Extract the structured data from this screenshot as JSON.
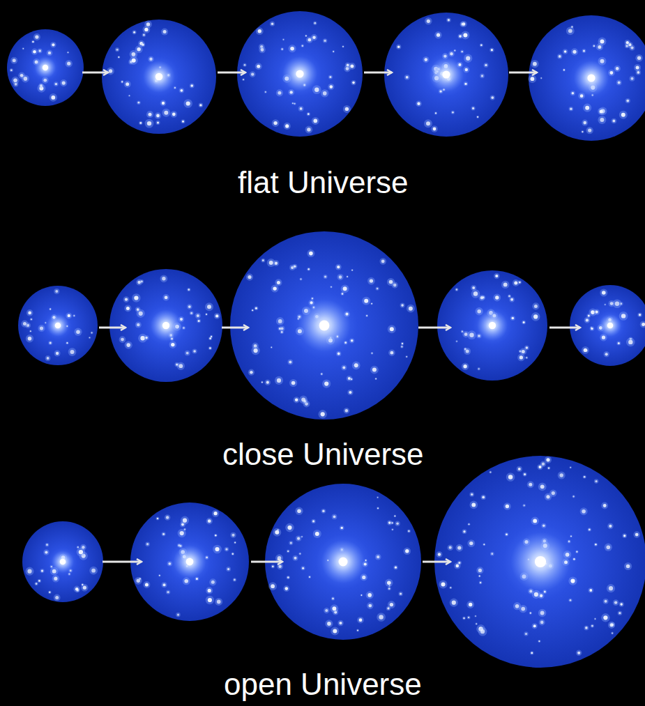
{
  "diagram": {
    "labels": [
      "flat Universe",
      "close Universe",
      "open Universe"
    ]
  }
}
